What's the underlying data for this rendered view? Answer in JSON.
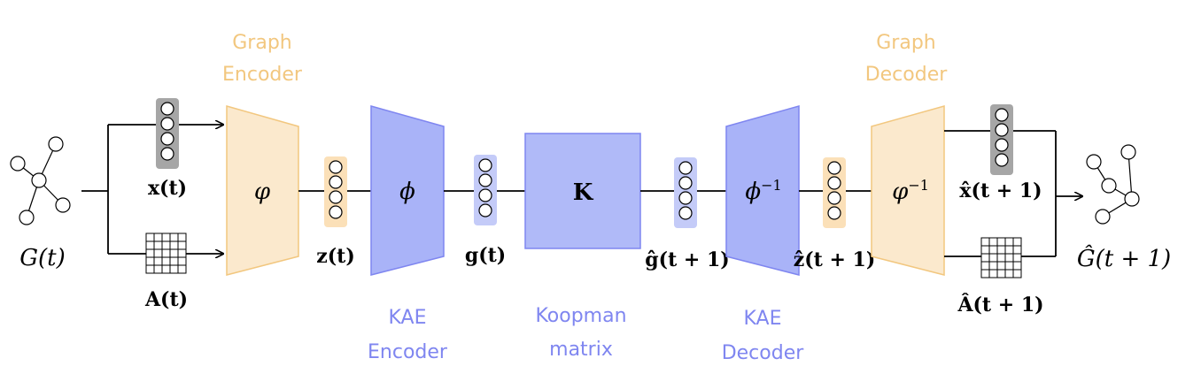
{
  "colors": {
    "graph": "#f2d49c",
    "graph_fill": "#fbe9cd",
    "kae": "#7f86f0",
    "kae_fill": "#a9b3f8",
    "koopman_fill": "#b0baf8",
    "gray_vec": "#a6a6a6",
    "line": "#000000"
  },
  "captions": {
    "graph_encoder": [
      "Graph",
      "Encoder"
    ],
    "graph_decoder": [
      "Graph",
      "Decoder"
    ],
    "kae_encoder": [
      "KAE",
      "Encoder"
    ],
    "koopman": [
      "Koopman",
      "matrix"
    ],
    "kae_decoder": [
      "KAE",
      "Decoder"
    ]
  },
  "blocks": {
    "graph_encoder": "φ",
    "kae_encoder": "ϕ",
    "koopman": "K",
    "kae_decoder": "ϕ",
    "kae_decoder_sup": "−1",
    "graph_decoder": "φ",
    "graph_decoder_sup": "−1"
  },
  "labels": {
    "G_t": "G(t)",
    "x_t": "x(t)",
    "A_t": "A(t)",
    "z_t": "z(t)",
    "g_t": "g(t)",
    "g_hat": "ĝ(t + 1)",
    "z_hat": "ẑ(t + 1)",
    "x_hat": "x̂(t + 1)",
    "A_hat": "Â(t + 1)",
    "G_hat": "Ĝ(t + 1)"
  }
}
